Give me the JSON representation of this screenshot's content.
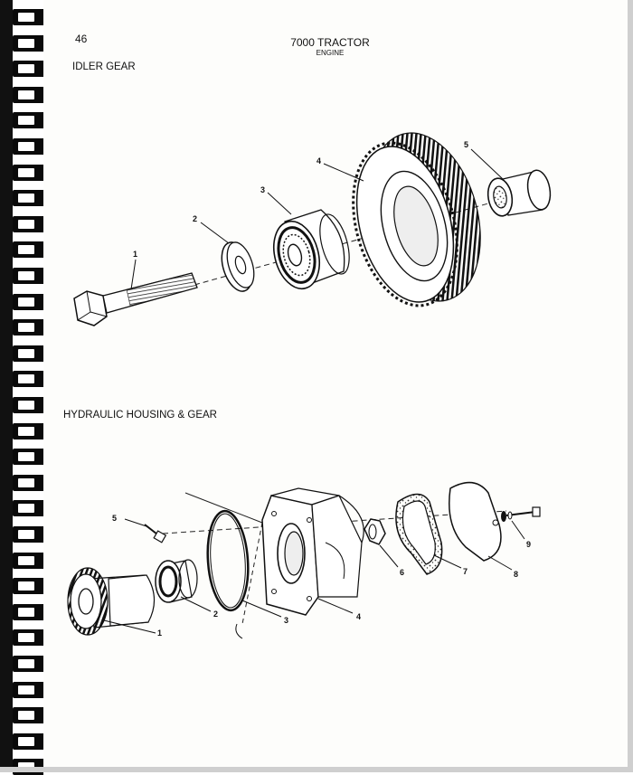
{
  "header": {
    "page_number": "46",
    "title": "7000 TRACTOR",
    "subtitle": "ENGINE"
  },
  "sections": [
    {
      "heading": "IDLER GEAR",
      "callouts": [
        "1",
        "2",
        "3",
        "4",
        "5"
      ]
    },
    {
      "heading": "HYDRAULIC HOUSING & GEAR",
      "callouts": [
        "1",
        "2",
        "3",
        "4",
        "5",
        "6",
        "7",
        "8",
        "9"
      ]
    }
  ],
  "colors": {
    "ink": "#111111",
    "paper": "#fdfdfb",
    "binding": "#0a0a0a"
  }
}
